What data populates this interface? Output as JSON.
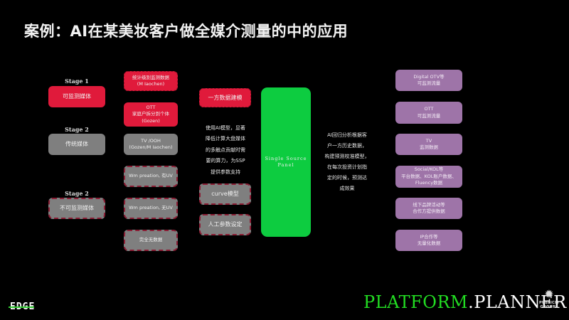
{
  "title": "案例：AI在某美妆客户做全媒介测量的中的应用",
  "column1": {
    "items": [
      {
        "stage": "Stage 1",
        "label": "可监测媒体"
      },
      {
        "stage": "Stage 2",
        "label": "传统媒体"
      },
      {
        "stage": "Stage 2",
        "label": "不可监测媒体"
      }
    ]
  },
  "column2": {
    "items": [
      {
        "label": "统计级别监测数据\n(M Iaochen)"
      },
      {
        "label": "OTT\n家庭户拆分到个体\n(Gozen)"
      },
      {
        "label": "TV /OOH\n(Gozen/M Iaochen)"
      },
      {
        "label": "Wm preation, 有UV"
      },
      {
        "label": "Wm preation, 无UV"
      },
      {
        "label": "完全无数据"
      }
    ]
  },
  "column3": {
    "top_box": "一方数据建模",
    "description": "使用AI模型，显著\n降低计算大盘媒体\n的多触点贡献时需\n要的算力，为SSP\n提供参数支持",
    "curve_box": "curve模型",
    "manual_box": "人工参数设定"
  },
  "panel": {
    "label": "Single Source\nPanel"
  },
  "ai_text": "AI回归分析根据客\n户一方历史数据，\n构建预测校准模型，\n在每次投资计划指\n定的时候，预测达\n成效果",
  "column5": {
    "items": [
      {
        "label": "Digital OTV等\n可监测流量"
      },
      {
        "label": "OTT\n可监测流量"
      },
      {
        "label": "TV\n监测数据"
      },
      {
        "label": "Social/KOL等\n平台数据、KOL账户数据、\nFluency数据"
      },
      {
        "label": "线下品牌活动等\n合作方提供数据"
      },
      {
        "label": "IP合作等\n无量化数据"
      }
    ]
  },
  "footer": {
    "edge_logo": "EDGE",
    "platform": "PLATFORM",
    "planner": ".PLANNER",
    "publicis_line1": "PUBLICIS",
    "publicis_line2": "GROUPE"
  },
  "colors": {
    "red": "#e01a3b",
    "gray": "#7f7f7f",
    "purple": "#9e74a8",
    "green": "#0dcc40",
    "dash": "#8b1e35"
  }
}
